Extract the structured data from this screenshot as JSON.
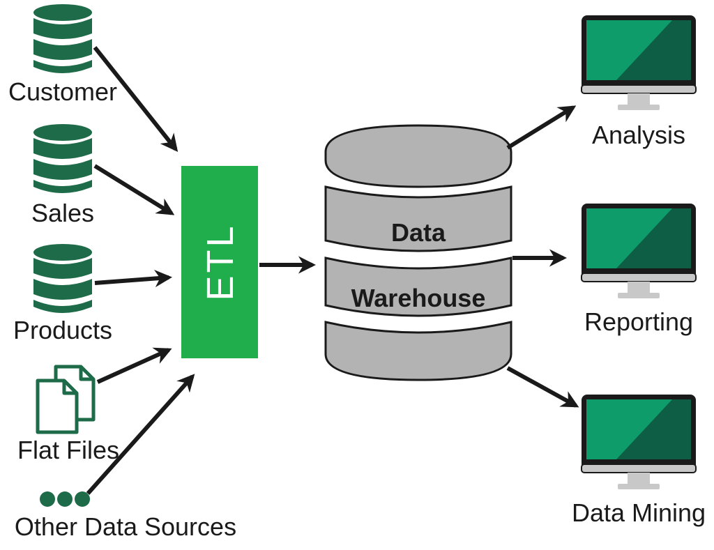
{
  "sources": [
    {
      "id": "customer",
      "label": "Customer",
      "icon": "database-icon"
    },
    {
      "id": "sales",
      "label": "Sales",
      "icon": "database-icon"
    },
    {
      "id": "products",
      "label": "Products",
      "icon": "database-icon"
    },
    {
      "id": "flat_files",
      "label": "Flat Files",
      "icon": "files-icon"
    },
    {
      "id": "other",
      "label": "Other Data Sources",
      "icon": "ellipsis-icon"
    }
  ],
  "etl": {
    "label": "ETL"
  },
  "warehouse": {
    "line1": "Data",
    "line2": "Warehouse"
  },
  "outputs": [
    {
      "id": "analysis",
      "label": "Analysis",
      "icon": "monitor-icon"
    },
    {
      "id": "reporting",
      "label": "Reporting",
      "icon": "monitor-icon"
    },
    {
      "id": "data_mining",
      "label": "Data Mining",
      "icon": "monitor-icon"
    }
  ],
  "colors": {
    "source_green": "#1d6b48",
    "etl_green": "#1fae4b",
    "screen_green": "#0d9c6a",
    "screen_dark": "#0e5e45",
    "warehouse_gray": "#b3b3b3",
    "outline": "#1a1a1a"
  }
}
